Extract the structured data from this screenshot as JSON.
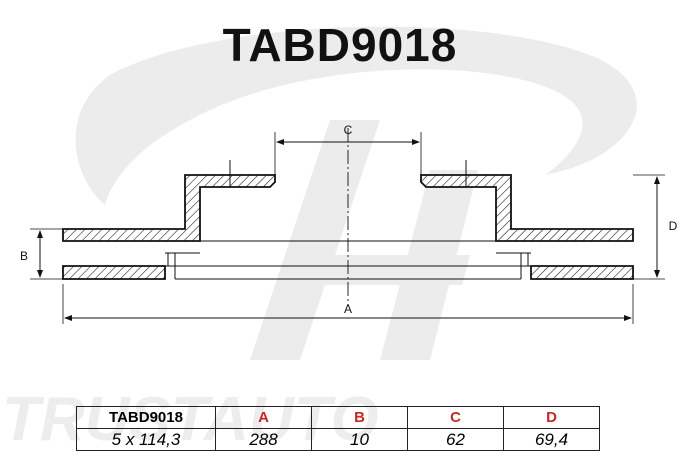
{
  "title": "TABD9018",
  "colors": {
    "ink": "#111111",
    "accent": "#c62828",
    "watermark": "#e6e6e6"
  },
  "watermark_logo": {
    "icon": "trustauto-logo",
    "text": "TRUSTAUTO"
  },
  "dimension_labels": {
    "A": "A",
    "B": "B",
    "C": "C",
    "D": "D"
  },
  "table": {
    "headers": [
      "TABD9018",
      "A",
      "B",
      "C",
      "D"
    ],
    "values": [
      "5 x 114,3",
      "288",
      "10",
      "62",
      "69,4"
    ]
  }
}
